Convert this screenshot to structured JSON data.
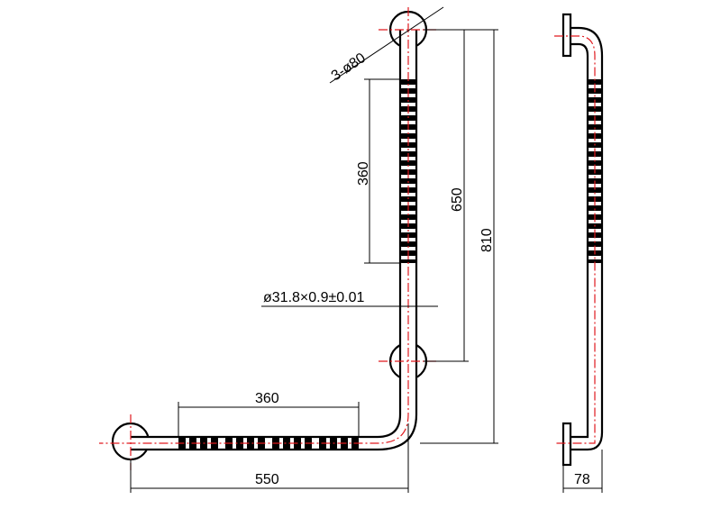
{
  "drawing": {
    "labels": {
      "flange_dia": "3-ø80",
      "vertical_grip": "360",
      "vertical_to_flange": "650",
      "overall_height": "810",
      "tube_spec": "ø31.8×0.9±0.01",
      "horizontal_grip": "360",
      "overall_width": "550",
      "side_depth": "78"
    },
    "colors": {
      "outline": "#000000",
      "centerline": "#e0191e",
      "background": "#ffffff"
    }
  }
}
